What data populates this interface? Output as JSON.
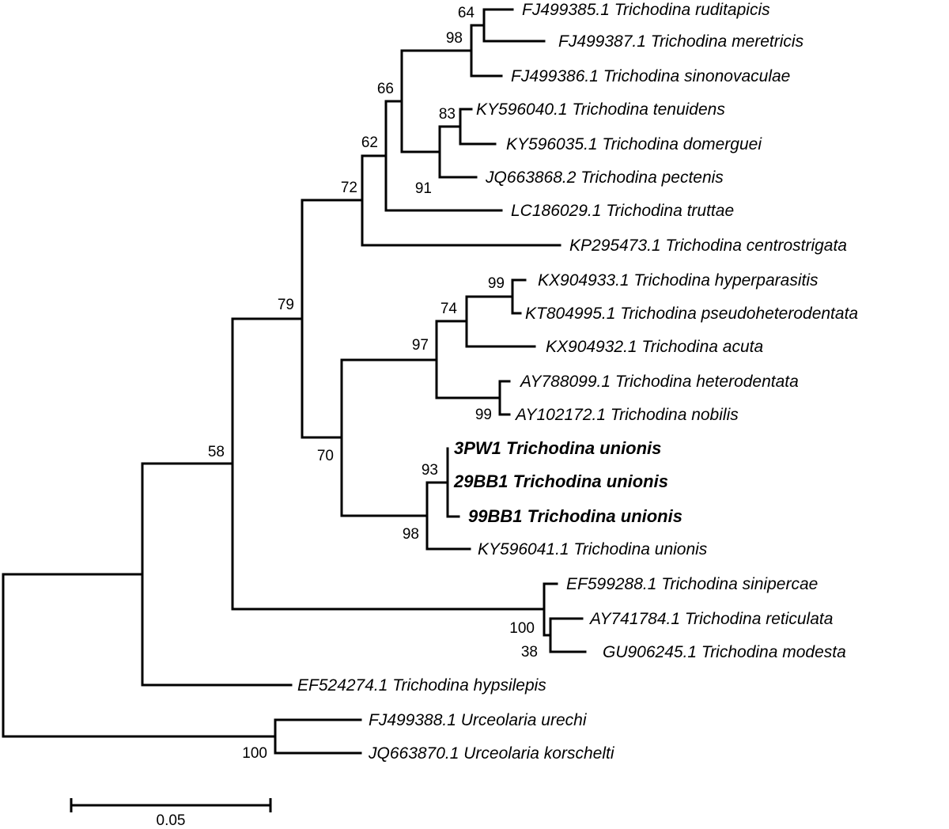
{
  "tree": {
    "taxa": [
      {
        "id": "t1",
        "label": "FJ499385.1 Trichodina ruditapicis"
      },
      {
        "id": "t2",
        "label": "FJ499387.1 Trichodina meretricis"
      },
      {
        "id": "t3",
        "label": "FJ499386.1 Trichodina sinonovaculae"
      },
      {
        "id": "t4",
        "label": "KY596040.1 Trichodina tenuidens"
      },
      {
        "id": "t5",
        "label": "KY596035.1 Trichodina domerguei"
      },
      {
        "id": "t6",
        "label": "JQ663868.2 Trichodina pectenis"
      },
      {
        "id": "t7",
        "label": "LC186029.1 Trichodina truttae"
      },
      {
        "id": "t8",
        "label": "KP295473.1 Trichodina centrostrigata"
      },
      {
        "id": "t9",
        "label": "KX904933.1 Trichodina hyperparasitis"
      },
      {
        "id": "t10",
        "label": "KT804995.1 Trichodina pseudoheterodentata"
      },
      {
        "id": "t11",
        "label": "KX904932.1 Trichodina acuta"
      },
      {
        "id": "t12",
        "label": "AY788099.1 Trichodina heterodentata"
      },
      {
        "id": "t13",
        "label": "AY102172.1 Trichodina nobilis"
      },
      {
        "id": "t14",
        "label": "3PW1 Trichodina unionis",
        "bold": true
      },
      {
        "id": "t15",
        "label": "29BB1 Trichodina unionis",
        "bold": true
      },
      {
        "id": "t16",
        "label": "99BB1 Trichodina unionis",
        "bold": true
      },
      {
        "id": "t17",
        "label": "KY596041.1 Trichodina unionis"
      },
      {
        "id": "t18",
        "label": "EF599288.1 Trichodina sinipercae"
      },
      {
        "id": "t19",
        "label": "AY741784.1 Trichodina reticulata"
      },
      {
        "id": "t20",
        "label": "GU906245.1 Trichodina modesta"
      },
      {
        "id": "t21",
        "label": "EF524274.1 Trichodina hypsilepis"
      },
      {
        "id": "t22",
        "label": "FJ499388.1 Urceolaria urechi"
      },
      {
        "id": "t23",
        "label": "JQ663870.1 Urceolaria korschelti"
      }
    ],
    "support_values": [
      "64",
      "98",
      "83",
      "91",
      "66",
      "62",
      "72",
      "99",
      "74",
      "99",
      "97",
      "93",
      "98",
      "70",
      "79",
      "38",
      "100",
      "58",
      "100"
    ],
    "scale_bar": {
      "value": 0.05,
      "label": "0.05"
    }
  }
}
